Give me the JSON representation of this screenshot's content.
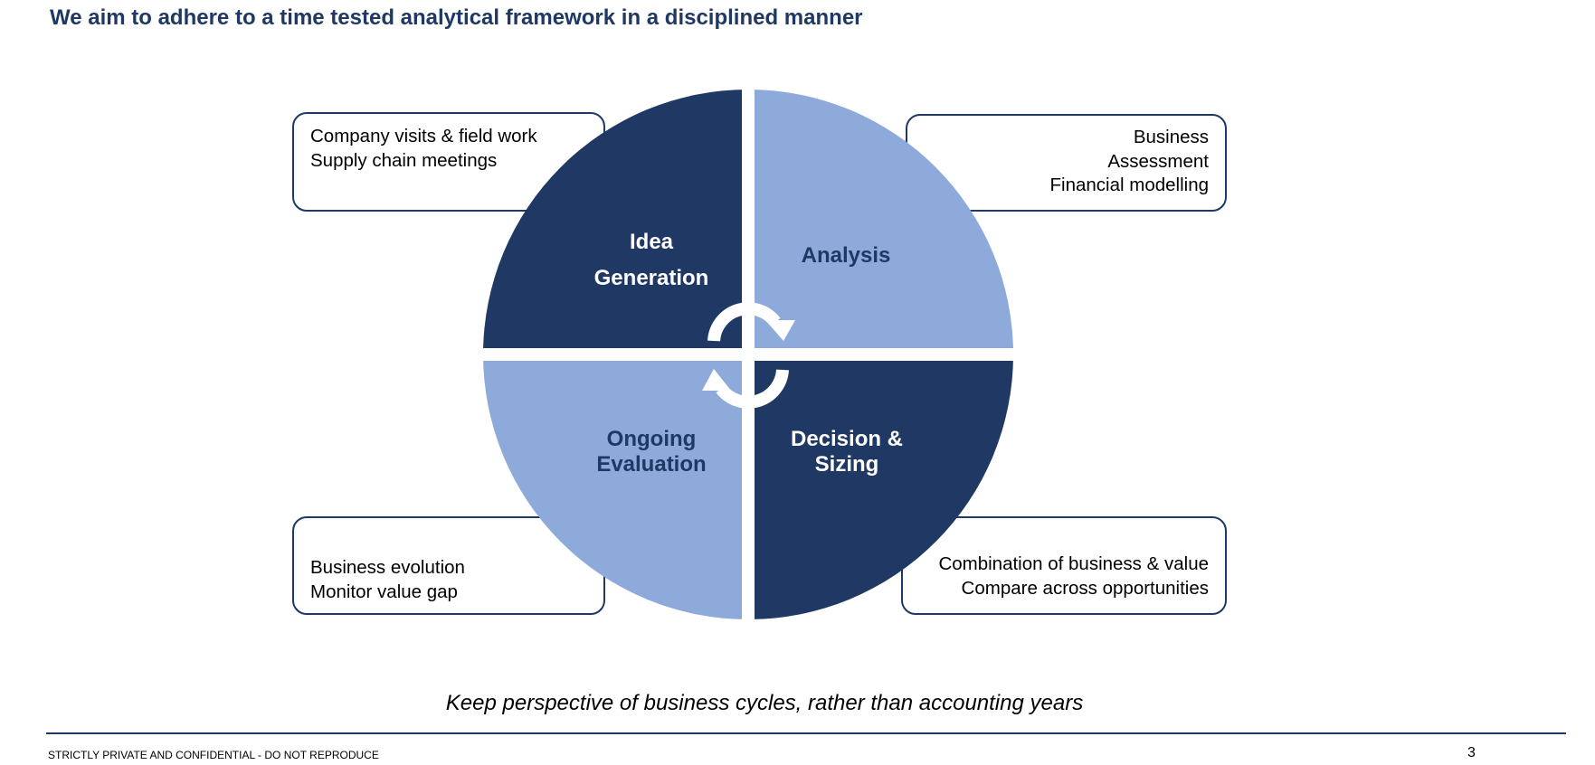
{
  "header": {
    "title": "We aim to adhere to a time tested analytical framework in a disciplined manner"
  },
  "cycle": {
    "quadrants": [
      {
        "key": "top-left",
        "label_lines": [
          "Idea",
          "Generation"
        ],
        "fill": "#1f3864",
        "text_color": "#ffffff"
      },
      {
        "key": "top-right",
        "label_lines": [
          "Analysis"
        ],
        "fill": "#8eaadb",
        "text_color": "#1f3864"
      },
      {
        "key": "bottom-left",
        "label_lines": [
          "Ongoing",
          "Evaluation"
        ],
        "fill": "#8eaadb",
        "text_color": "#1f3864"
      },
      {
        "key": "bottom-right",
        "label_lines": [
          "Decision &",
          "Sizing"
        ],
        "fill": "#1f3864",
        "text_color": "#ffffff"
      }
    ],
    "arrow_color": "#ffffff"
  },
  "callouts": {
    "top_left": [
      "Company visits & field work",
      "Supply chain meetings"
    ],
    "top_right": [
      "Business",
      "Assessment",
      "Financial modelling"
    ],
    "bottom_left": [
      "Business evolution",
      "Monitor value gap"
    ],
    "bottom_right": [
      "Combination of business & value",
      "Compare across opportunities"
    ]
  },
  "tagline": "Keep perspective of business cycles, rather than accounting years",
  "footer": {
    "confidential": "STRICTLY PRIVATE AND CONFIDENTIAL - DO NOT REPRODUCE",
    "page_number": "3"
  },
  "colors": {
    "dark_navy": "#1f3864",
    "light_blue": "#8eaadb",
    "border": "#1f3864"
  }
}
